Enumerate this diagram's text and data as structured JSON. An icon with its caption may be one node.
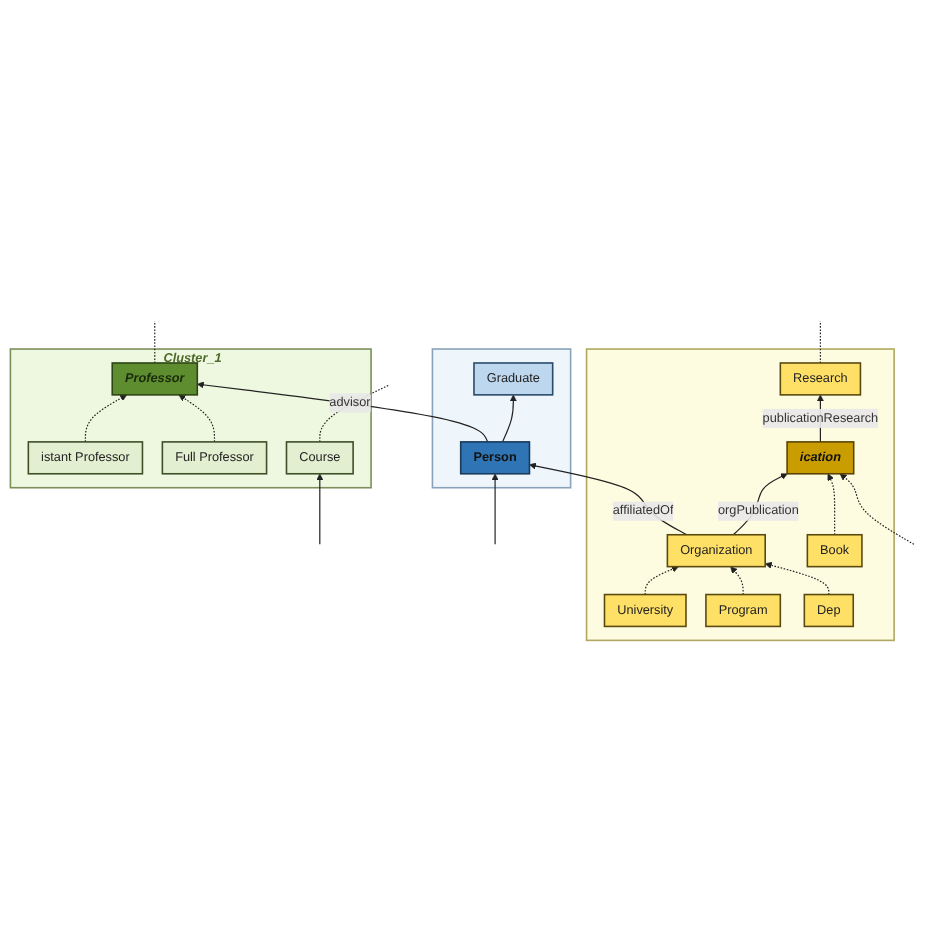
{
  "diagram": {
    "nodes": [
      {
        "text": [
          "Cluster_1"
        ]
      },
      {
        "text": [
          "istant Professor"
        ],
        "in": 0
      },
      {
        "text": [
          "Full Professor"
        ],
        "in": 0
      },
      {
        "text": [
          "Professor"
        ],
        "in": 0
      },
      {
        "text": [
          "Course"
        ],
        "in": 0
      },
      {
        "text": [],
        "shape": "box"
      },
      {
        "text": [
          "Graduate"
        ],
        "in": 5
      },
      {
        "text": [
          "Person"
        ],
        "in": 5
      },
      {
        "text": [],
        "shape": "box"
      },
      {
        "text": [
          "Research"
        ],
        "in": 8
      },
      {
        "text": [
          "ication"
        ],
        "in": 8
      },
      {
        "text": [
          "Organization"
        ],
        "in": 8
      },
      {
        "text": [
          "Book"
        ],
        "in": 8
      },
      {
        "text": [
          "University"
        ],
        "in": 8
      },
      {
        "text": [
          "Program"
        ],
        "in": 8
      },
      {
        "text": [
          "Dep"
        ],
        "in": 8
      }
    ],
    "edges": [
      {
        "from": 1,
        "to": 3,
        "arrow": "to",
        "style": "dashed"
      },
      {
        "from": 2,
        "to": 3,
        "arrow": "to",
        "style": "dashed"
      },
      {
        "from": 3,
        "to": null,
        "arrow": "none",
        "style": "dashed"
      },
      {
        "from": null,
        "to": 4,
        "arrow": "to"
      },
      {
        "from": 4,
        "to": null,
        "arrow": "none",
        "style": "dashed"
      },
      {
        "from": 7,
        "to": 3,
        "arrow": "to",
        "label": "advisor"
      },
      {
        "from": 7,
        "to": 6,
        "arrow": "to"
      },
      {
        "from": 11,
        "to": 7,
        "arrow": "to",
        "label": "affiliatedOf"
      },
      {
        "from": null,
        "to": 7,
        "arrow": "to"
      },
      {
        "from": 9,
        "to": null,
        "arrow": "none",
        "style": "dashed"
      },
      {
        "from": 10,
        "to": 9,
        "arrow": "to",
        "label": "publicationResearch"
      },
      {
        "from": 11,
        "to": 10,
        "arrow": "to",
        "label": "orgPublication"
      },
      {
        "from": 12,
        "to": 10,
        "arrow": "to",
        "style": "dashed"
      },
      {
        "from": null,
        "to": 10,
        "arrow": "to",
        "style": "dashed"
      },
      {
        "from": 13,
        "to": 11,
        "arrow": "to",
        "style": "dashed"
      },
      {
        "from": 14,
        "to": 11,
        "arrow": "to",
        "style": "dashed"
      },
      {
        "from": 15,
        "to": 11,
        "arrow": "to",
        "style": "dashed"
      }
    ]
  }
}
